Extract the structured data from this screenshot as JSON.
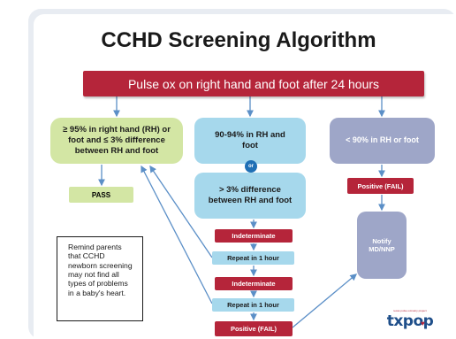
{
  "title": "CCHD Screening Algorithm",
  "top_step": "Pulse ox on right hand and foot after 24 hours",
  "branches": {
    "pass_criteria": [
      "≥ 95% in right hand (RH) or",
      "foot and ≤ 3% difference",
      "between RH and foot"
    ],
    "pass_label": "PASS",
    "middle_criteria_1": [
      "90-94% in RH and",
      "foot"
    ],
    "or_label": "or",
    "middle_criteria_2": [
      "> 3% difference",
      "between RH and foot"
    ],
    "fail_criteria": "< 90% in RH or foot",
    "fail_label": "Positive (FAIL)",
    "notify_label": [
      "Notify",
      "MD/NNP"
    ]
  },
  "retest": {
    "indeterminate_1": "Indeterminate",
    "repeat_1": "Repeat in 1 hour",
    "indeterminate_2": "Indeterminate",
    "repeat_2": "Repeat in 1 hour",
    "final_fail": "Positive (FAIL)"
  },
  "reminder": [
    "Remind parents",
    "that CCHD",
    "newborn screening",
    "may not find all",
    "types of problems",
    "in a baby's heart."
  ],
  "logo": {
    "tagline": "texas pulse oximetry project",
    "text": "txpop"
  },
  "colors": {
    "accent_red": "#b5253a",
    "pass_green": "#d3e6a4",
    "retest_blue": "#a6d8ec",
    "fail_lavender": "#9ea6c8",
    "or_badge_blue": "#1f6fb5",
    "arrow_blue": "#5b8fc7"
  }
}
